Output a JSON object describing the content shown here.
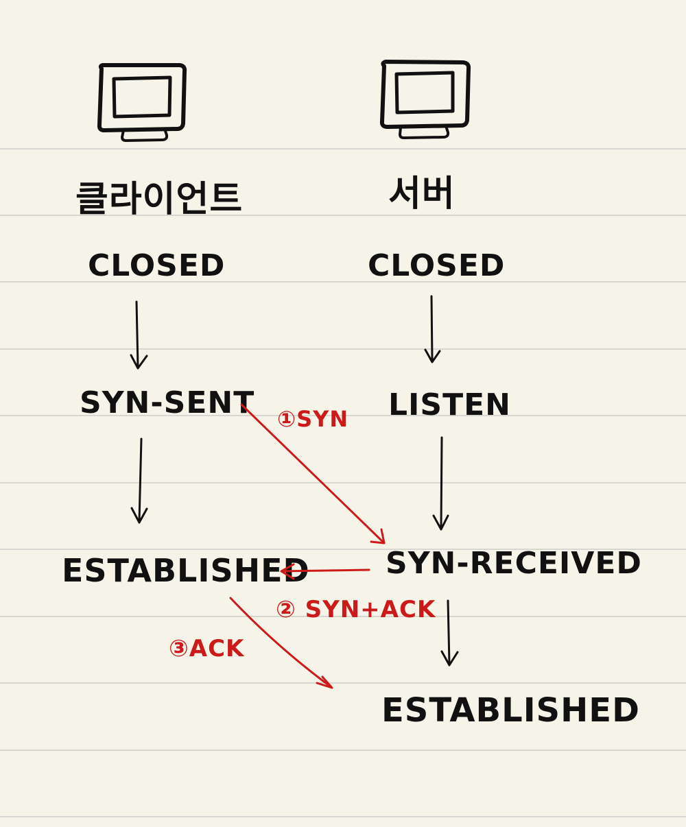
{
  "client": {
    "label": "클라이언트",
    "states": {
      "closed": "CLOSED",
      "syn_sent": "SYN-SENT",
      "established": "ESTABLISHED"
    },
    "icon": "monitor-icon"
  },
  "server": {
    "label": "서버",
    "states": {
      "closed": "CLOSED",
      "listen": "LISTEN",
      "syn_received": "SYN-RECEIVED",
      "established": "ESTABLISHED"
    },
    "icon": "monitor-icon"
  },
  "messages": {
    "step1": "①SYN",
    "step2": "② SYN+ACK",
    "step3": "③ACK"
  },
  "colors": {
    "paper": "#f6f4e8",
    "ink": "#111111",
    "accent": "#cc1a1a",
    "rule": "#d7d7d2"
  }
}
